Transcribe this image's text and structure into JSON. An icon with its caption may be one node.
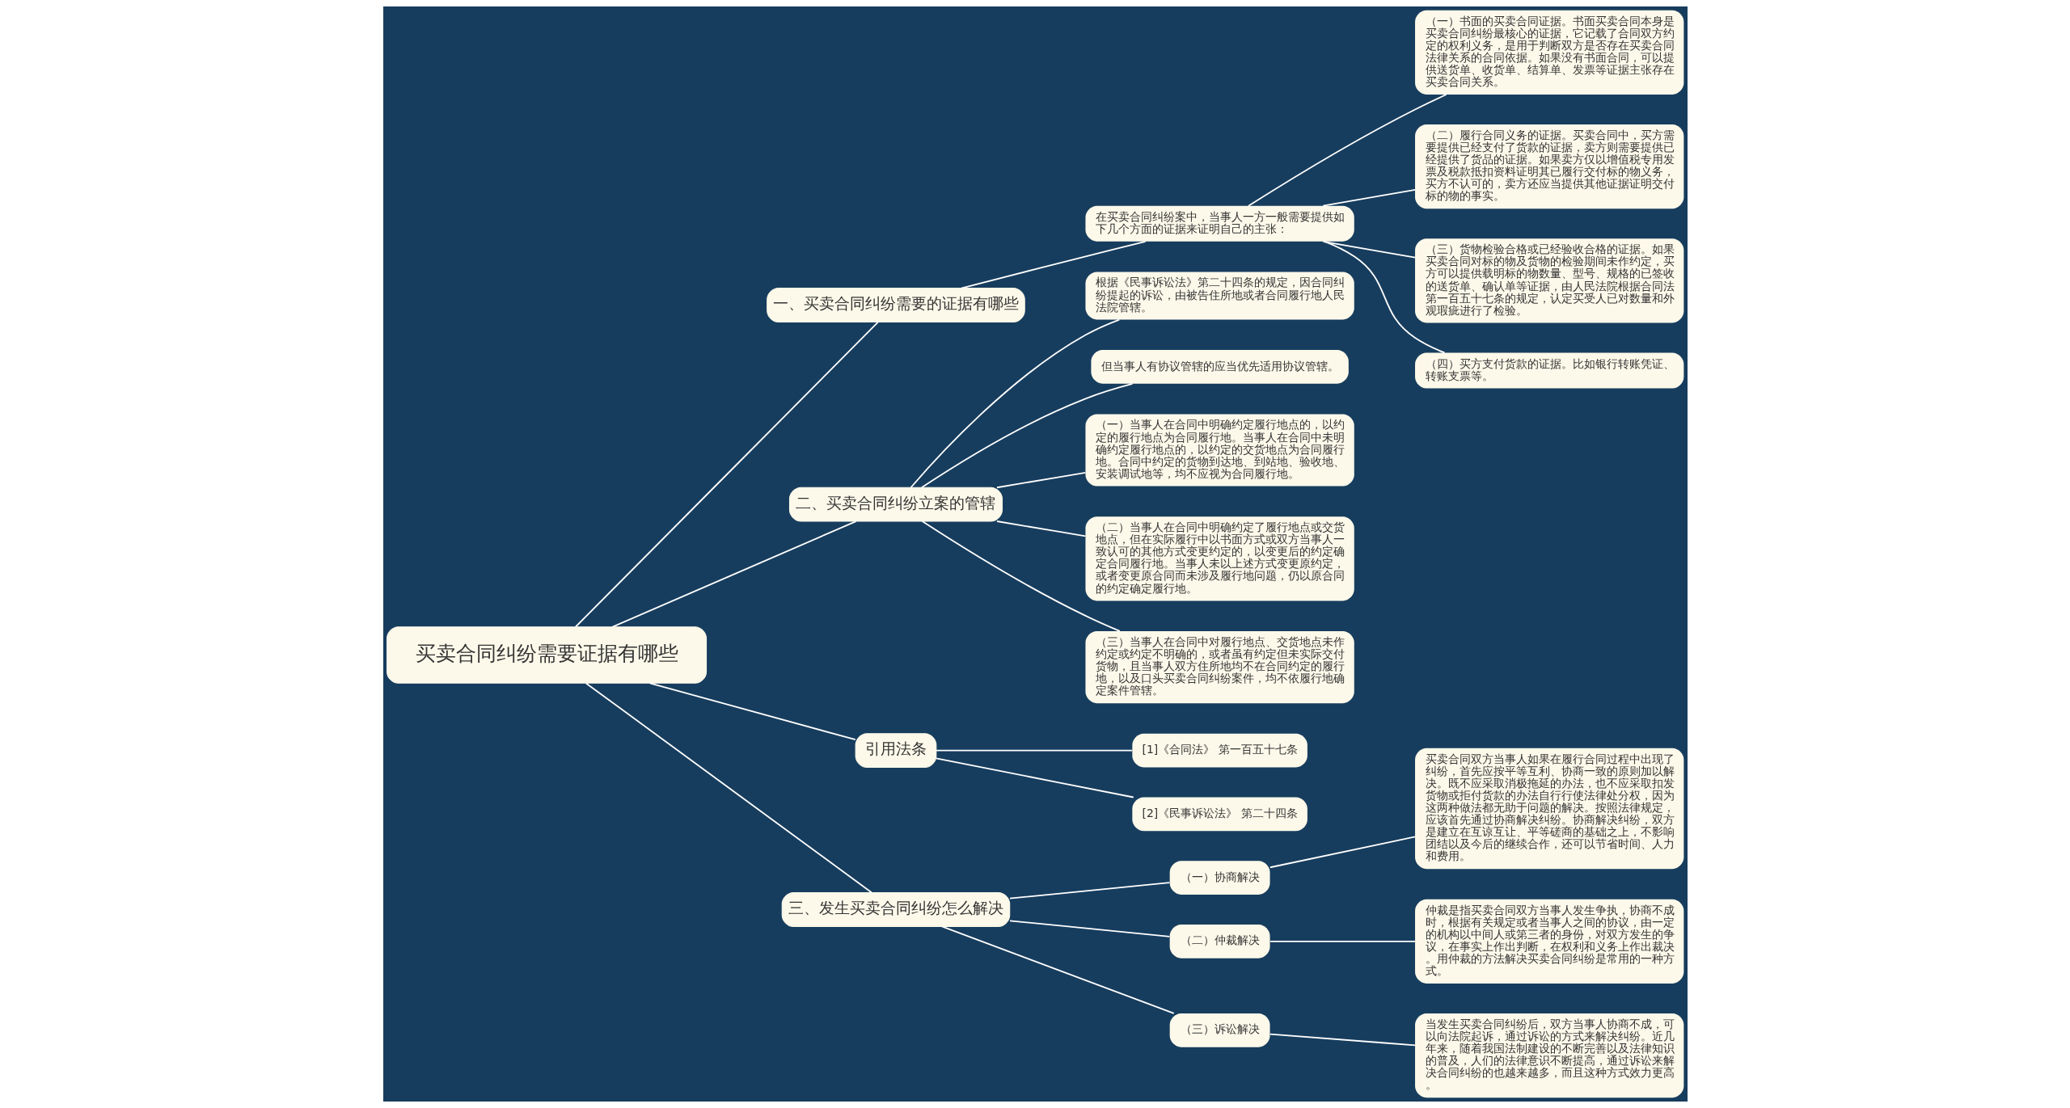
{
  "diagram": {
    "nodes": [
      {
        "text": [
          "买卖合同纠纷需要证据有哪些"
        ]
      },
      {
        "text": [
          "一、买卖合同纠纷需要的证据有哪些"
        ]
      },
      {
        "text": [
          "在买卖合同纠纷案中，当事人一方一般需要提供如下几个方面的证据来证明自己的主张："
        ]
      },
      {
        "text": [
          "（一）书面的买卖合同证据。书面买卖合同本身是买卖合同纠纷最核心的证据，它记载了合同双方约定的权利义务，是用于判断双方是否存在买卖合同法律关系的合同依据。如果没有书面合同，可以提供送货单、收货单、结算单、发票等证据主张存在买卖合同关系。"
        ]
      },
      {
        "text": [
          "（二）履行合同义务的证据。买卖合同中，买方需要提供已经支付了货款的证据，卖方则需要提供已经提供了货品的证据。如果卖方仅以增值税专用发票及税款抵扣资料证明其已履行交付标的物义务，买方不认可的，卖方还应当提供其他证据证明交付标的物的事实。"
        ]
      },
      {
        "text": [
          "（三）货物检验合格或已经验收合格的证据。如果买卖合同对标的物及货物的检验期间未作约定，买方可以提供载明标的物数量、型号、规格的已签收的送货单、确认单等证据，由人民法院根据合同法第一百五十七条的规定，认定买受人已对数量和外观瑕疵进行了检验。"
        ]
      },
      {
        "text": [
          "（四）买方支付货款的证据。比如银行转账凭证、转账支票等。"
        ]
      },
      {
        "text": [
          "二、买卖合同纠纷立案的管辖"
        ]
      },
      {
        "text": [
          "根据《民事诉讼法》第二十四条的规定，因合同纠纷提起的诉讼，由被告住所地或者合同履行地人民法院管辖。"
        ]
      },
      {
        "text": [
          "但当事人有协议管辖的应当优先适用协议管辖。"
        ]
      },
      {
        "text": [
          "（一）当事人在合同中明确约定履行地点的，以约定的履行地点为合同履行地。当事人在合同中未明确约定履行地点的，以约定的交货地点为合同履行地。合同中约定的货物到达地、到站地、验收地、安装调试地等，均不应视为合同履行地。"
        ]
      },
      {
        "text": [
          "（二）当事人在合同中明确约定了履行地点或交货地点，但在实际履行中以书面方式或双方当事人一致认可的其他方式变更约定的，以变更后的约定确定合同履行地。当事人未以上述方式变更原约定，或者变更原合同而未涉及履行地问题，仍以原合同的约定确定履行地。"
        ]
      },
      {
        "text": [
          "（三）当事人在合同中对履行地点、交货地点未作约定或约定不明确的，或者虽有约定但未实际交付货物，且当事人双方住所地均不在合同约定的履行地，以及口头买卖合同纠纷案件，均不依履行地确定案件管辖。"
        ]
      },
      {
        "text": [
          "引用法条"
        ]
      },
      {
        "text": [
          "[1]《合同法》 第一百五十七条"
        ]
      },
      {
        "text": [
          "[2]《民事诉讼法》 第二十四条"
        ]
      },
      {
        "text": [
          "三、发生买卖合同纠纷怎么解决"
        ]
      },
      {
        "text": [
          "（一）协商解决"
        ]
      },
      {
        "text": [
          "买卖合同双方当事人如果在履行合同过程中出现了纠纷，首先应按平等互利、协商一致的原则加以解决。既不应采取消极拖延的办法，也不应采取扣发货物或拒付货款的办法自行行使法律处分权，因为这两种做法都无助于问题的解决。按照法律规定，应该首先通过协商解决纠纷。协商解决纠纷，双方是建立在互谅互让、平等磋商的基础之上，不影响团结以及今后的继续合作，还可以节省时间、人力和费用。"
        ]
      },
      {
        "text": [
          "（二）仲裁解决"
        ]
      },
      {
        "text": [
          "仲裁是指买卖合同双方当事人发生争执，协商不成时，根据有关规定或者当事人之间的协议，由一定的机构以中间人或第三者的身份，对双方发生的争议，在事实上作出判断，在权利和义务上作出裁决。用仲裁的方法解决买卖合同纠纷是常用的一种方式。"
        ]
      },
      {
        "text": [
          "（三）诉讼解决"
        ]
      },
      {
        "text": [
          "当发生买卖合同纠纷后，双方当事人协商不成，可以向法院起诉，通过诉讼的方式来解决纠纷。近几年来，随着我国法制建设的不断完善以及法律知识的普及，人们的法律意识不断提高，通过诉讼来解决合同纠纷的也越来越多，而且这种方式效力更高。"
        ]
      }
    ],
    "edges": [
      {
        "from": 0,
        "to": 1,
        "arrow": "none"
      },
      {
        "from": 1,
        "to": 2,
        "arrow": "none"
      },
      {
        "from": 2,
        "to": 3,
        "arrow": "none"
      },
      {
        "from": 2,
        "to": 4,
        "arrow": "none"
      },
      {
        "from": 2,
        "to": 5,
        "arrow": "none"
      },
      {
        "from": 2,
        "to": 6,
        "arrow": "none"
      },
      {
        "from": 0,
        "to": 7,
        "arrow": "none"
      },
      {
        "from": 7,
        "to": 8,
        "arrow": "none"
      },
      {
        "from": 7,
        "to": 9,
        "arrow": "none"
      },
      {
        "from": 7,
        "to": 10,
        "arrow": "none"
      },
      {
        "from": 7,
        "to": 11,
        "arrow": "none"
      },
      {
        "from": 7,
        "to": 12,
        "arrow": "none"
      },
      {
        "from": 0,
        "to": 13,
        "arrow": "none"
      },
      {
        "from": 13,
        "to": 14,
        "arrow": "none"
      },
      {
        "from": 13,
        "to": 15,
        "arrow": "none"
      },
      {
        "from": 0,
        "to": 16,
        "arrow": "none"
      },
      {
        "from": 16,
        "to": 17,
        "arrow": "none"
      },
      {
        "from": 17,
        "to": 18,
        "arrow": "none"
      },
      {
        "from": 16,
        "to": 19,
        "arrow": "none"
      },
      {
        "from": 19,
        "to": 20,
        "arrow": "none"
      },
      {
        "from": 16,
        "to": 21,
        "arrow": "none"
      },
      {
        "from": 21,
        "to": 22,
        "arrow": "none"
      }
    ]
  }
}
